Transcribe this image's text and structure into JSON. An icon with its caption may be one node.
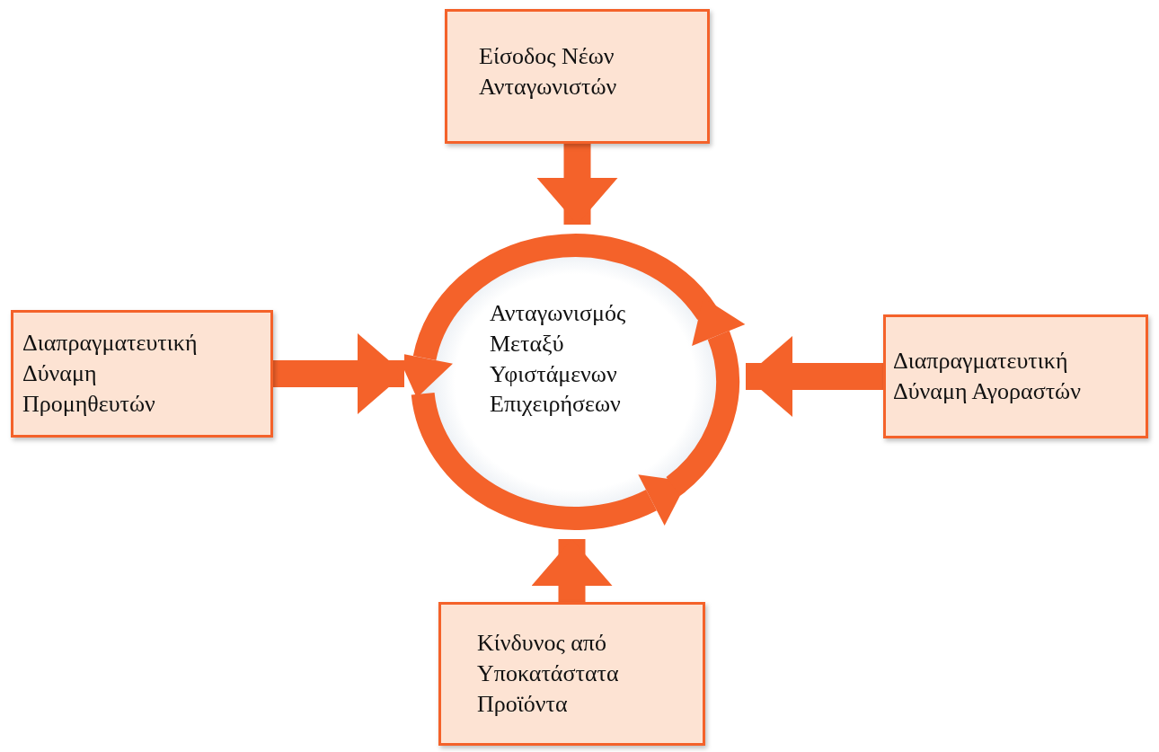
{
  "diagram": {
    "nodes": [
      {
        "text": [
          "Είσοδος Νέων Ανταγωνιστών"
        ]
      },
      {
        "text": [
          "Διαπραγματευτική Δύναμη Προμηθευτών"
        ]
      },
      {
        "text": [
          "Ανταγωνισμός Μεταξύ Υφιστάμενων Επιχειρήσεων"
        ]
      },
      {
        "text": [
          "Διαπραγματευτική Δύναμη Αγοραστών"
        ]
      },
      {
        "text": [
          "Κίνδυνος από Υποκατάστατα Προϊόντα"
        ]
      }
    ],
    "edges": [
      {
        "from": 0,
        "to": 2,
        "arrow": "to"
      },
      {
        "from": 1,
        "to": 2,
        "arrow": "to"
      },
      {
        "from": 3,
        "to": 2,
        "arrow": "to"
      },
      {
        "from": 4,
        "to": 2,
        "arrow": "to"
      }
    ]
  }
}
